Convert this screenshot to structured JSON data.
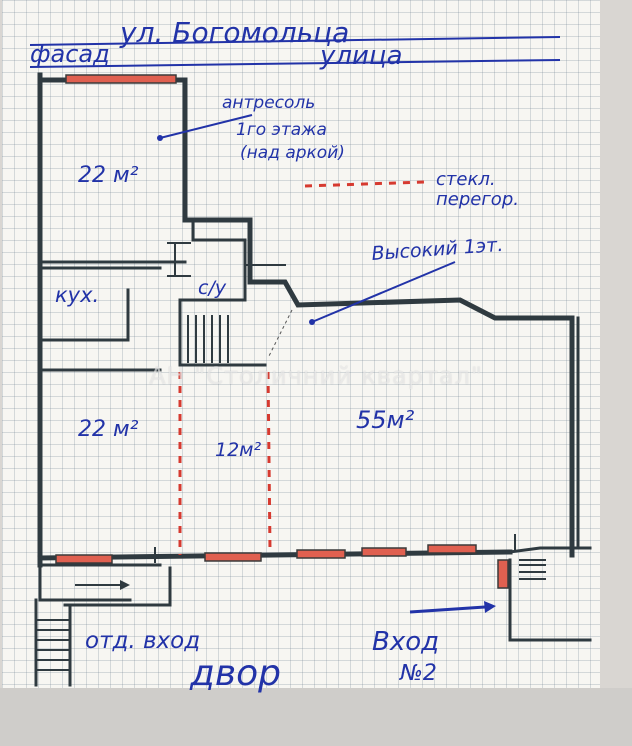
{
  "street_name": "ул. Богомольца",
  "facade_label": "фасад",
  "street_label": "улица",
  "mezzanine_label_1": "антресоль",
  "mezzanine_label_2": "1го этажа",
  "mezzanine_label_3": "(над аркой)",
  "glass_label_1": "стекл.",
  "glass_label_2": "перегор.",
  "high_floor_label": "Высокий 1эт.",
  "room_top_left_area": "22 м²",
  "kitchen_label": "кух.",
  "wc_label": "с/у",
  "room_bottom_left_area": "22 м²",
  "room_middle_area": "12м²",
  "room_large_area": "55м²",
  "separate_entrance_label": "отд. вход",
  "entrance2_label_1": "Вход",
  "entrance2_label_2": "№2",
  "courtyard_label": "двор",
  "watermark": "АН \"Столичний квартал\"",
  "colors": {
    "ink_blue": "#2233a8",
    "wall": "#2f3a40",
    "glass_red": "#d63a30"
  }
}
